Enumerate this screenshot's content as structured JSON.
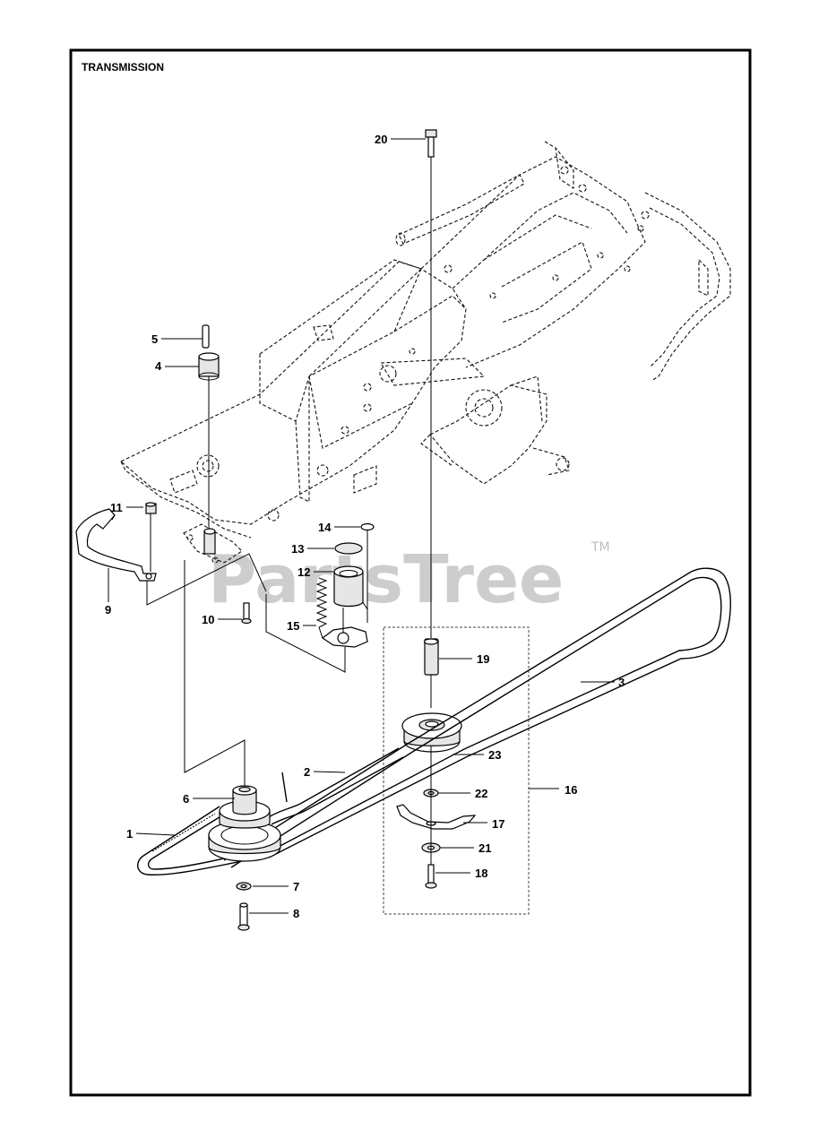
{
  "title": "TRANSMISSION",
  "watermark": {
    "text": "PartsTree",
    "tm": "TM"
  },
  "callouts": {
    "c1": "1",
    "c2": "2",
    "c3": "3",
    "c4": "4",
    "c5": "5",
    "c6": "6",
    "c7": "7",
    "c8": "8",
    "c9": "9",
    "c10": "10",
    "c11": "11",
    "c12": "12",
    "c13": "13",
    "c14": "14",
    "c15": "15",
    "c16": "16",
    "c17": "17",
    "c18": "18",
    "c19": "19",
    "c20": "20",
    "c21": "21",
    "c22": "22",
    "c23": "23"
  }
}
